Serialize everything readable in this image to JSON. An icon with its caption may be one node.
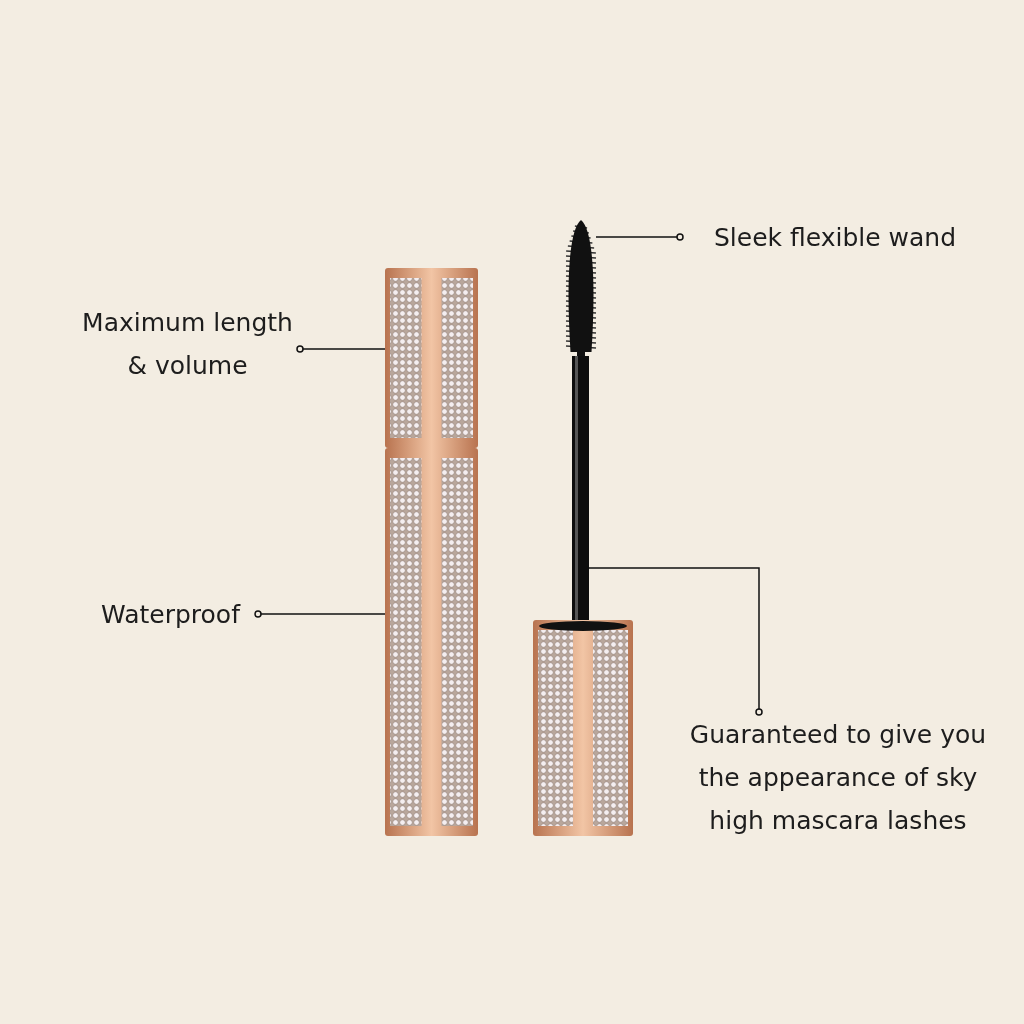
{
  "diagram": {
    "nodes": [
      {
        "text": [
          "Maximum length & volume"
        ]
      },
      {
        "text": [],
        "shape": "picture"
      },
      {
        "text": [
          "Waterproof"
        ]
      },
      {
        "text": [],
        "shape": "picture"
      },
      {
        "text": [
          "Sleek flexible wand"
        ]
      },
      {
        "text": [],
        "shape": "picture"
      },
      {
        "text": [
          "Guaranteed to give you the appearance of sky high mascara lashes"
        ]
      },
      {
        "text": [],
        "shape": "picture"
      }
    ],
    "edges": [
      {
        "from": 0,
        "to": 1,
        "arrow": "other"
      },
      {
        "from": 2,
        "to": 3,
        "arrow": "other"
      },
      {
        "from": 4,
        "to": 5,
        "arrow": "other"
      },
      {
        "from": 6,
        "to": 7,
        "arrow": "other"
      }
    ]
  }
}
